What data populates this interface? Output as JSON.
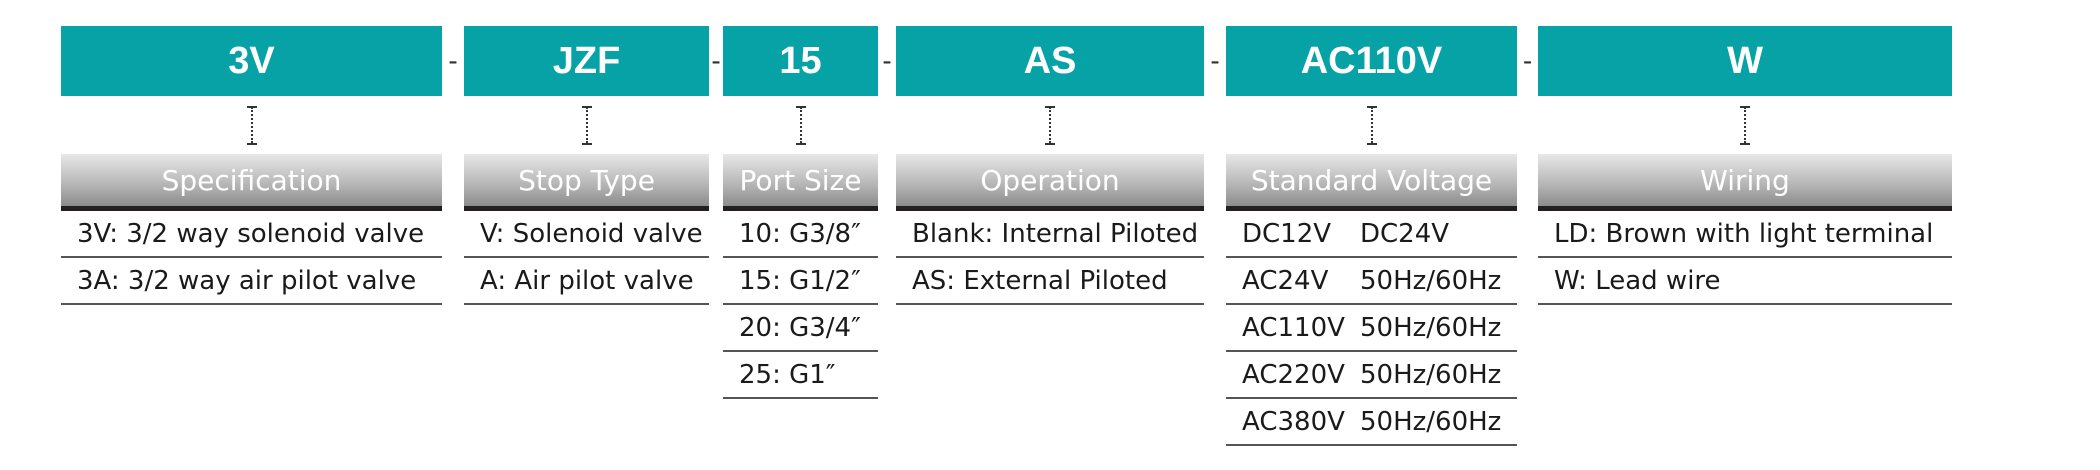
{
  "separator": "-",
  "columns": [
    {
      "id": "specification",
      "code": "3V",
      "header": "Specification",
      "rows": [
        "3V: 3/2 way solenoid valve",
        "3A: 3/2 way air pilot valve"
      ]
    },
    {
      "id": "stop-type",
      "code": "JZF",
      "header": "Stop Type",
      "rows": [
        "V: Solenoid valve",
        "A: Air pilot valve"
      ]
    },
    {
      "id": "port-size",
      "code": "15",
      "header": "Port Size",
      "rows": [
        "10: G3/8″",
        "15: G1/2″",
        "20: G3/4″",
        "25: G1″"
      ]
    },
    {
      "id": "operation",
      "code": "AS",
      "header": "Operation",
      "rows": [
        "Blank: Internal Piloted",
        "AS: External Piloted"
      ]
    },
    {
      "id": "standard-voltage",
      "code": "AC110V",
      "header": "Standard Voltage",
      "pairs": [
        [
          "DC12V",
          "DC24V"
        ],
        [
          "AC24V",
          "50Hz/60Hz"
        ],
        [
          "AC110V",
          "50Hz/60Hz"
        ],
        [
          "AC220V",
          "50Hz/60Hz"
        ],
        [
          "AC380V",
          "50Hz/60Hz"
        ]
      ]
    },
    {
      "id": "wiring",
      "code": "W",
      "header": "Wiring",
      "rows": [
        "LD: Brown with light terminal",
        "W: Lead wire"
      ]
    }
  ]
}
